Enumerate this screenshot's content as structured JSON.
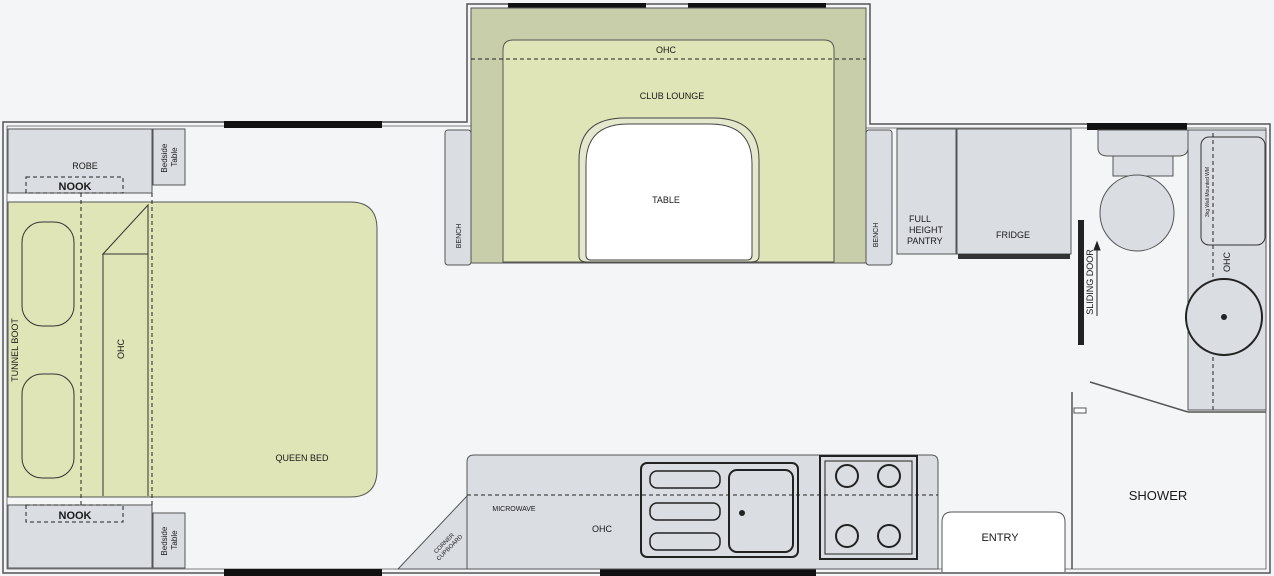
{
  "labels": {
    "robe": "ROBE",
    "nook_top": "NOOK",
    "nook_bottom": "NOOK",
    "bedside_top": [
      "Bedside",
      "Table"
    ],
    "bedside_bottom": [
      "Bedside",
      "Table"
    ],
    "tunnel_boot": "TUNNEL BOOT",
    "ohc_bed": "OHC",
    "queen_bed": "QUEEN BED",
    "ohc_lounge": "OHC",
    "club_lounge": "CLUB LOUNGE",
    "table": "TABLE",
    "bench_left": "BENCH",
    "bench_right": "BENCH",
    "pantry": [
      "FULL",
      "HEIGHT",
      "PANTRY"
    ],
    "fridge": "FRIDGE",
    "sliding_door": "SLIDING DOOR",
    "washing_machine": "3kg Wall Mounted WM",
    "ohc_bathroom": "OHC",
    "shower": "SHOWER",
    "corner_cupboard": [
      "CORNER",
      "CUPBOARD"
    ],
    "microwave": "MICROWAVE",
    "ohc_kitchen": "OHC",
    "entry": "ENTRY"
  },
  "colors": {
    "background": "#f4f5f6",
    "wall": "#555555",
    "window": "#111111",
    "furniture_grey": "#dadde2",
    "bed_green": "#dfe5b6",
    "lounge_dark": "#c9ceaa",
    "white": "#ffffff",
    "outline": "#444444"
  }
}
